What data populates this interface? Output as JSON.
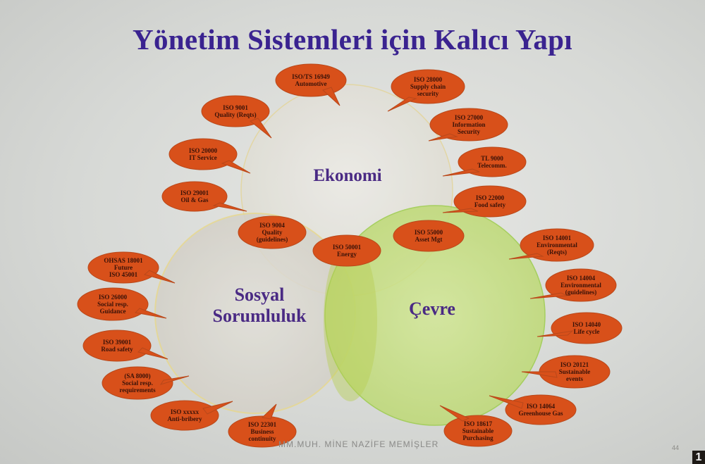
{
  "slide": {
    "title": "Yönetim Sistemleri için Kalıcı Yapı",
    "footer": "MM.MUH. MİNE NAZİFE MEMİŞLER",
    "page_number": "44",
    "corner_mark": "1"
  },
  "colors": {
    "title": "#3a2390",
    "circle_label": "#4a2a84",
    "bubble_fill": "#d8501a",
    "bubble_text": "#3a1208",
    "ekonomi_circle": "#e8e6df",
    "sosyal_circle": "#dedbd4",
    "cevre_circle": "#c8e08a"
  },
  "circles": [
    {
      "id": "ekonomi",
      "label": "Ekonomi"
    },
    {
      "id": "sosyal",
      "label_line1": "Sosyal",
      "label_line2": "Sorumluluk"
    },
    {
      "id": "cevre",
      "label": "Çevre"
    }
  ],
  "bubbles": [
    {
      "lines": [
        "ISO/TS 16949",
        "Automotive"
      ]
    },
    {
      "lines": [
        "ISO 28000",
        "Supply chain",
        "security"
      ]
    },
    {
      "lines": [
        "ISO 9001",
        "Quality (Reqts)"
      ]
    },
    {
      "lines": [
        "ISO 27000",
        "Information",
        "Security"
      ]
    },
    {
      "lines": [
        "ISO 20000",
        "IT  Service"
      ]
    },
    {
      "lines": [
        "TL  9000",
        "Telecomm."
      ]
    },
    {
      "lines": [
        "ISO 29001",
        "Oil & Gas"
      ]
    },
    {
      "lines": [
        "ISO 22000",
        "Food safety"
      ]
    },
    {
      "lines": [
        "ISO 9004",
        "Quality",
        "(guidelines)"
      ]
    },
    {
      "lines": [
        "ISO 55000",
        "Asset Mgt"
      ]
    },
    {
      "lines": [
        "ISO 50001",
        "Energy"
      ]
    },
    {
      "lines": [
        "ISO 14001",
        "Environmental",
        "(Reqts)"
      ]
    },
    {
      "lines": [
        "OHSAS 18001",
        "Future",
        "ISO 45001"
      ]
    },
    {
      "lines": [
        "ISO 14004",
        "Environmental",
        "(guidelines)"
      ]
    },
    {
      "lines": [
        "ISO 26000",
        "Social resp.",
        "Guidance"
      ]
    },
    {
      "lines": [
        "ISO 14040",
        "Life cycle"
      ]
    },
    {
      "lines": [
        "ISO 39001",
        "Road safety"
      ]
    },
    {
      "lines": [
        "ISO 20121",
        "Sustainable",
        "events"
      ]
    },
    {
      "lines": [
        "(SA 8000)",
        "Social resp.",
        "requirements"
      ]
    },
    {
      "lines": [
        "ISO 14064",
        "Greenhouse Gas"
      ]
    },
    {
      "lines": [
        "ISO xxxxx",
        "Anti-bribery"
      ]
    },
    {
      "lines": [
        "ISO 22301",
        "Business",
        "continuity"
      ]
    },
    {
      "lines": [
        "ISO 18617",
        "Sustainable",
        "Purchasing"
      ]
    }
  ]
}
